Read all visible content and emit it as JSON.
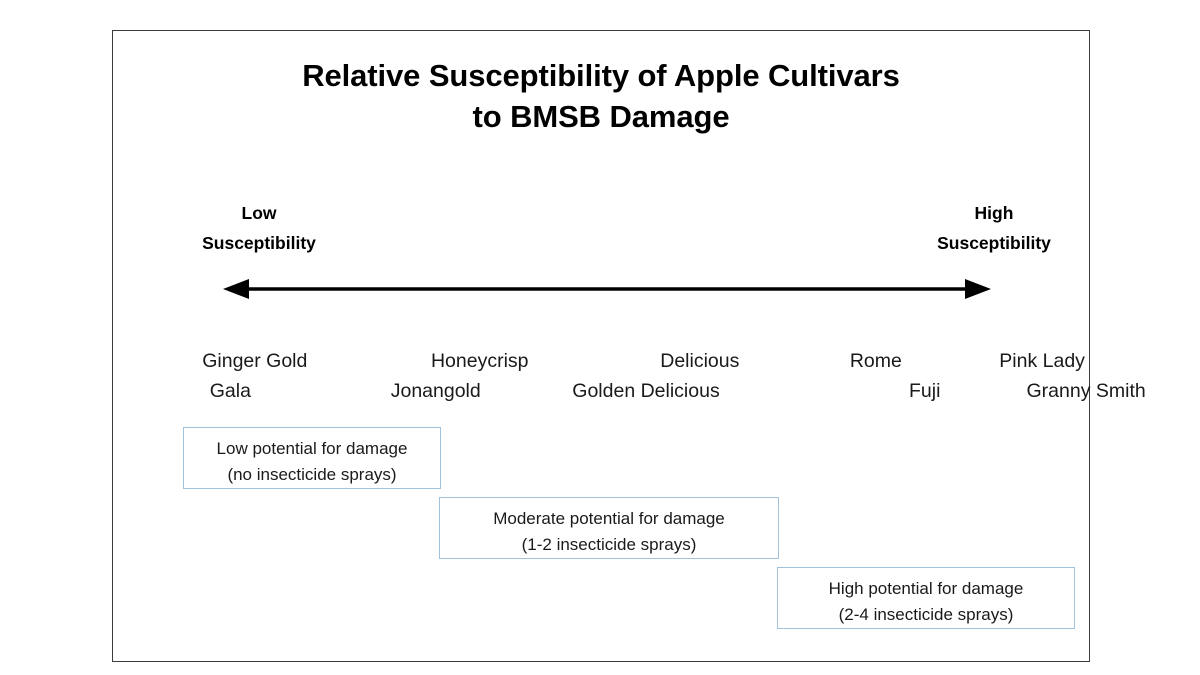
{
  "diagram": {
    "title_line1": "Relative Susceptibility of Apple Cultivars",
    "title_line2": "to BMSB Damage",
    "axis": {
      "left_label_line1": "Low",
      "left_label_line2": "Susceptibility",
      "right_label_line1": "High",
      "right_label_line2": "Susceptibility",
      "arrow_type": "double-headed-horizontal-arrow",
      "arrow_color": "#000000"
    },
    "cultivars_top_row": [
      {
        "name": "Ginger Gold",
        "x_pct": 14.5
      },
      {
        "name": "Honeycrisp",
        "x_pct": 37.5
      },
      {
        "name": "Delicious",
        "x_pct": 60.0
      },
      {
        "name": "Rome",
        "x_pct": 78.0
      },
      {
        "name": "Pink Lady",
        "x_pct": 95.0
      }
    ],
    "cultivars_bottom_row": [
      {
        "name": "Gala",
        "x_pct": 12.0
      },
      {
        "name": "Jonangold",
        "x_pct": 33.0
      },
      {
        "name": "Golden Delicious",
        "x_pct": 54.5
      },
      {
        "name": "Fuji",
        "x_pct": 83.0
      },
      {
        "name": "Granny Smith",
        "x_pct": 99.5
      }
    ],
    "callouts": [
      {
        "id": "low",
        "line1": "Low potential for damage",
        "line2": "(no insecticide sprays)",
        "border_color": "#a3c2dc"
      },
      {
        "id": "moderate",
        "line1": "Moderate potential for damage",
        "line2": "(1-2 insecticide sprays)",
        "border_color": "#a3c2dc"
      },
      {
        "id": "high",
        "line1": "High potential for damage",
        "line2": "(2-4 insecticide sprays)",
        "border_color": "#a3c2dc"
      }
    ],
    "frame_border_color": "#3b3b3b",
    "background_color": "#ffffff"
  }
}
